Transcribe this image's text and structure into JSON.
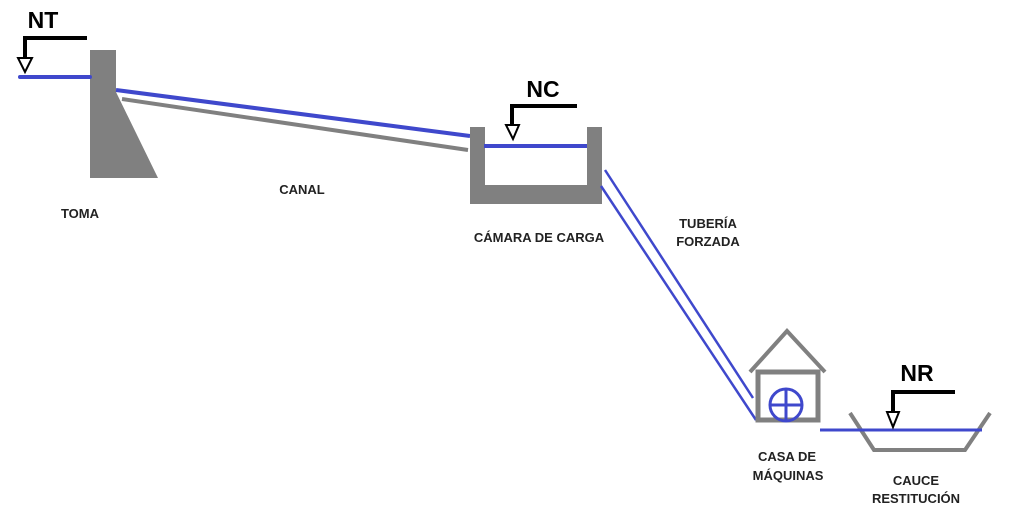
{
  "colors": {
    "water": "#3f48cc",
    "structure": "#808080",
    "level_marker": "#000000"
  },
  "levels": {
    "nt": "NT",
    "nc": "NC",
    "nr": "NR"
  },
  "labels": {
    "toma": "TOMA",
    "canal": "CANAL",
    "camara": "CÁMARA DE CARGA",
    "tuberia_1": "TUBERÍA",
    "tuberia_2": "FORZADA",
    "casa_1": "CASA DE",
    "casa_2": "MÁQUINAS",
    "cauce_1": "CAUCE",
    "cauce_2": "RESTITUCIÓN"
  }
}
